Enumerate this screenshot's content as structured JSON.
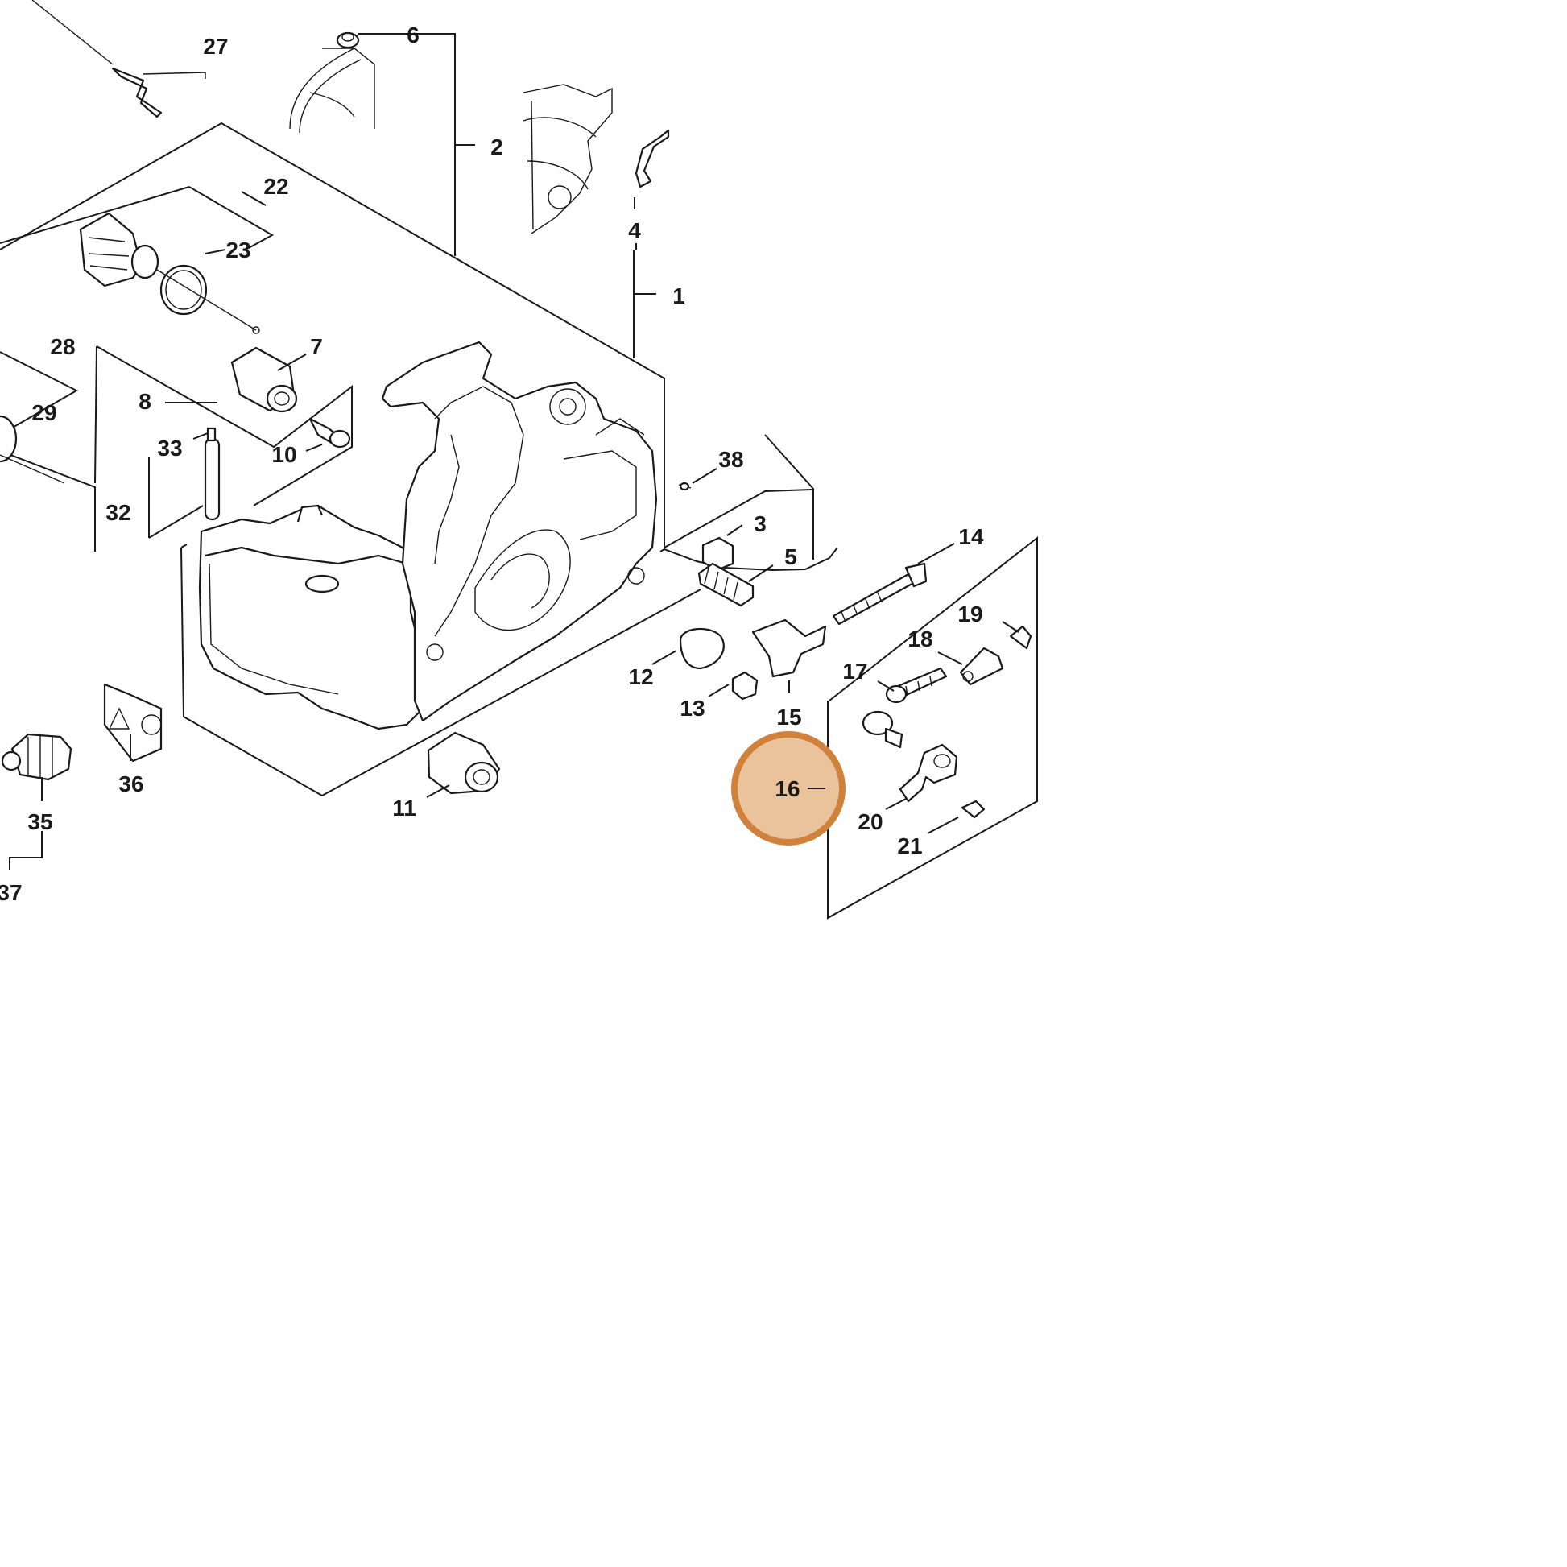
{
  "diagram": {
    "labels": {
      "p1": "1",
      "p2": "2",
      "p3": "3",
      "p4": "4",
      "p5": "5",
      "p6": "6",
      "p7": "7",
      "p8": "8",
      "p10": "10",
      "p11": "11",
      "p12": "12",
      "p13": "13",
      "p14": "14",
      "p15": "15",
      "p16": "16",
      "p17": "17",
      "p18": "18",
      "p19": "19",
      "p20": "20",
      "p21": "21",
      "p22": "22",
      "p23": "23",
      "p27": "27",
      "p28": "28",
      "p29": "29",
      "p32": "32",
      "p33": "33",
      "p35": "35",
      "p36": "36",
      "p37": "37",
      "p38": "38"
    },
    "highlight": {
      "part": "16",
      "fill_color": "#eac29c",
      "ring_color": "#d0823d"
    },
    "line_color": "#1a1a1a",
    "background": "#ffffff"
  }
}
